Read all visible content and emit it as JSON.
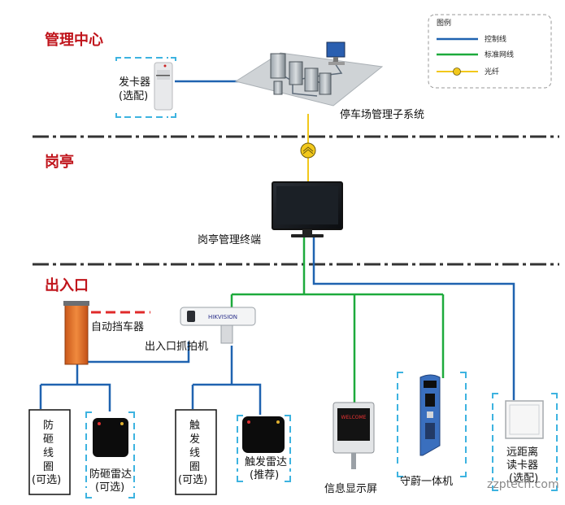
{
  "sections": {
    "management": "管理中心",
    "booth": "岗亭",
    "entrance": "出入口"
  },
  "legend": {
    "title": "图例",
    "control_line": "控制线",
    "network_line": "标准网线",
    "fiber": "光纤"
  },
  "devices": {
    "card_issuer": [
      "发卡器",
      "(选配)"
    ],
    "parking_system": "停车场管理子系统",
    "booth_terminal": "岗亭管理终端",
    "barrier": "自动挡车器",
    "capture_camera": "出入口抓拍机",
    "anti_smash_coil": [
      "防",
      "砸",
      "线",
      "圈",
      "(可选)"
    ],
    "anti_smash_radar": [
      "防砸雷达",
      "(可选)"
    ],
    "trigger_coil": [
      "触",
      "发",
      "线",
      "圈",
      "(可选)"
    ],
    "trigger_radar": [
      "触发雷达",
      "(推荐)"
    ],
    "info_display": "信息显示屏",
    "guard_unit": "守蔚一体机",
    "long_range_reader": [
      "远距离",
      "读卡器",
      "(选配)"
    ]
  },
  "screen_text": {
    "welcome": "WELCOME"
  },
  "brand": "HIKVISION",
  "watermark": "zzptech.com",
  "colors": {
    "control": "#1f63b0",
    "network": "#1daa3c",
    "fiber": "#f2c81b",
    "section": "#c0141b",
    "dashed_box": "#3db3e0",
    "barrier": "#e0752e"
  }
}
